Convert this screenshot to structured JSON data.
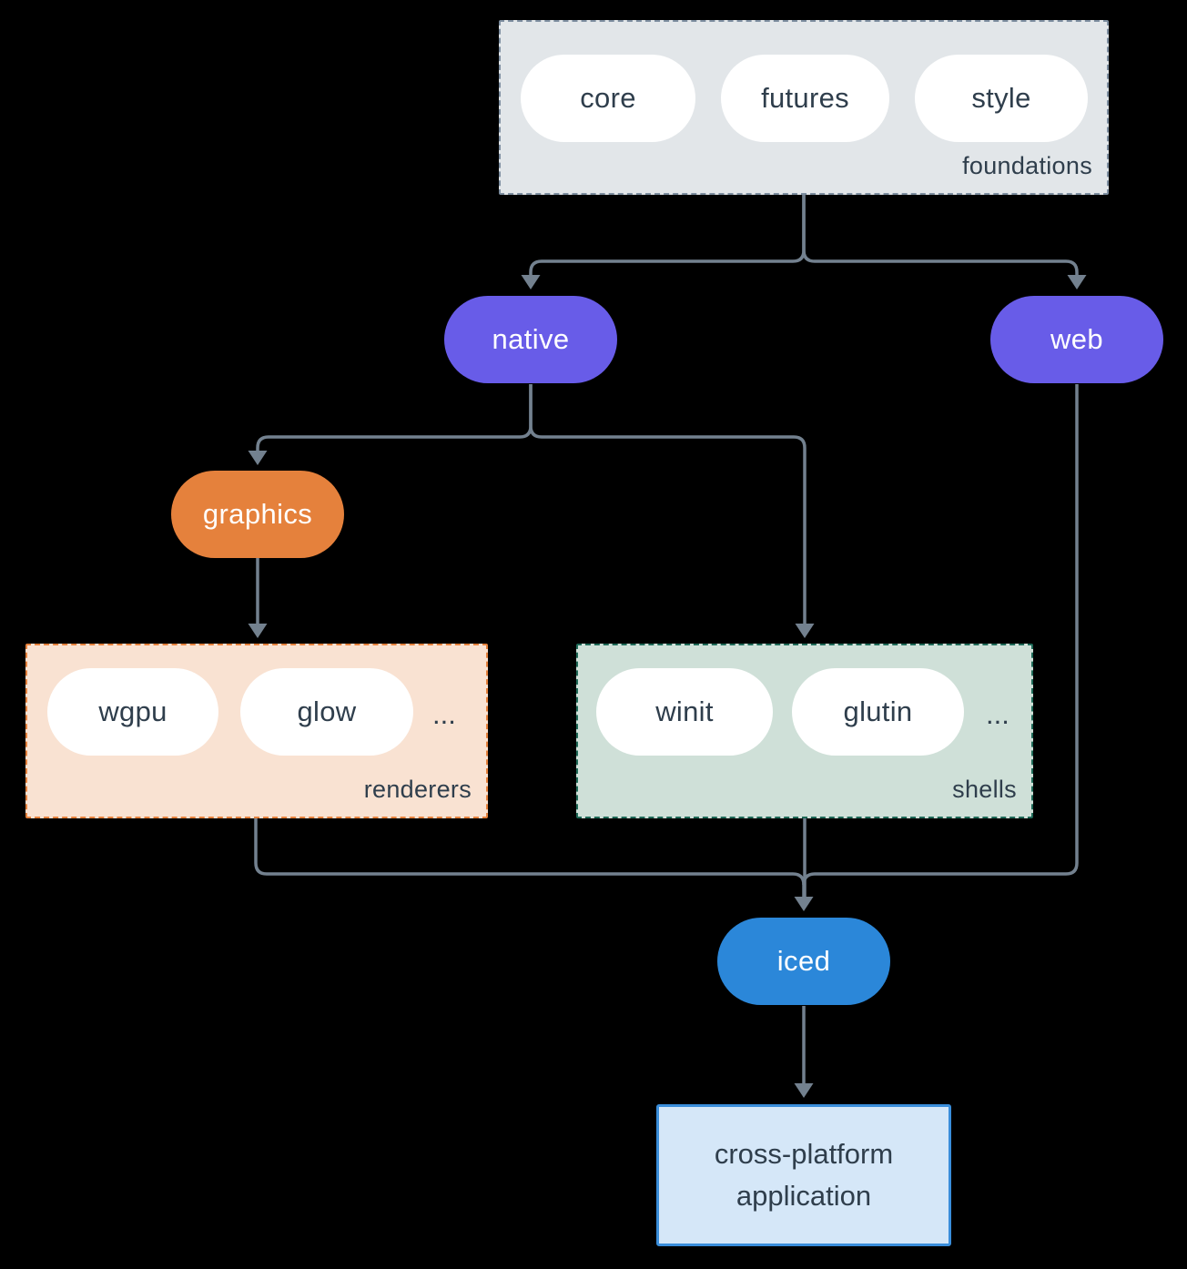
{
  "colors": {
    "background": "#000000",
    "line": "#73818f",
    "text_dark": "#2f3e4c",
    "text_light": "#ffffff",
    "purple": "#685ce8",
    "orange": "#e5813c",
    "blue": "#2b87d9",
    "foundations_bg": "#e2e6e9",
    "foundations_border": "#7d8ea0",
    "renderers_bg": "#f9e2d2",
    "renderers_border": "#e5813c",
    "shells_bg": "#cfe0d8",
    "shells_border": "#1f6a58",
    "app_bg": "#d5e7f8",
    "app_border": "#3a8edb"
  },
  "groups": {
    "foundations": {
      "label": "foundations",
      "items": [
        "core",
        "futures",
        "style"
      ]
    },
    "renderers": {
      "label": "renderers",
      "items": [
        "wgpu",
        "glow"
      ],
      "more": "..."
    },
    "shells": {
      "label": "shells",
      "items": [
        "winit",
        "glutin"
      ],
      "more": "..."
    }
  },
  "nodes": {
    "native": "native",
    "web": "web",
    "graphics": "graphics",
    "iced": "iced",
    "application": "cross-platform application"
  }
}
